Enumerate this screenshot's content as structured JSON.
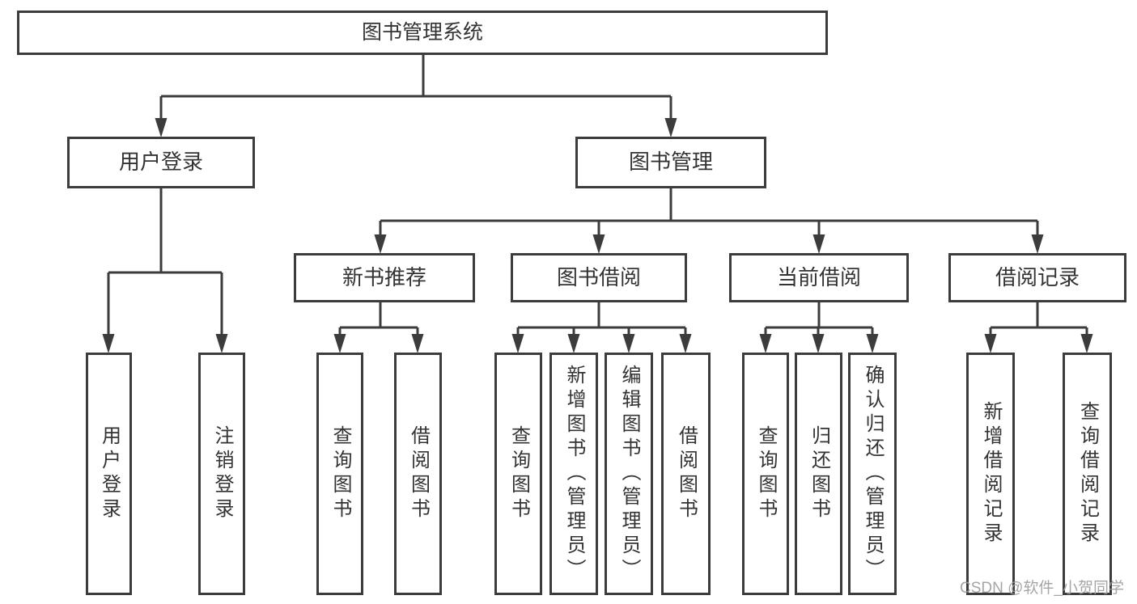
{
  "diagram": {
    "root": {
      "label": "图书管理系统"
    },
    "level2": [
      "用户登录",
      "图书管理"
    ],
    "level3": [
      "新书推荐",
      "图书借阅",
      "当前借阅",
      "借阅记录"
    ],
    "leaves": {
      "user_login": [
        "用户登录",
        "注销登录"
      ],
      "new_book": [
        "查询图书",
        "借阅图书"
      ],
      "book_borrow": [
        "查询图书",
        "新增图书（管理员）",
        "编辑图书（管理员）",
        "借阅图书"
      ],
      "current_borrow": [
        "查询图书",
        "归还图书",
        "确认归还（管理员）"
      ],
      "borrow_records": [
        "新增借阅记录",
        "查询借阅记录"
      ]
    },
    "colors": {
      "line": "#3c3c3c",
      "text": "#333333",
      "background": "#ffffff",
      "watermark": "#9c9c9c"
    }
  },
  "watermark": {
    "text": "CSDN @软件_小贺同学"
  }
}
